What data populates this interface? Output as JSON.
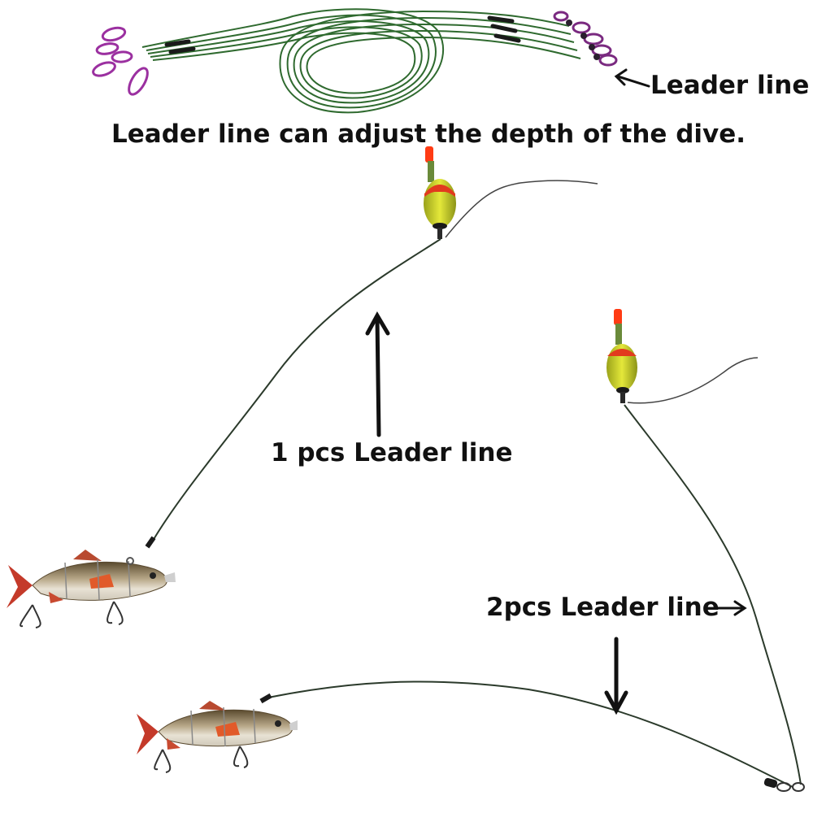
{
  "labels": {
    "leader_line": "Leader line",
    "caption": "Leader line can adjust the depth of the dive.",
    "one_pcs": "1 pcs Leader line",
    "two_pcs": "2pcs Leader line"
  },
  "icons": {
    "coil": "leader-line-coil-icon",
    "float": "fishing-float-icon",
    "lure": "swimbait-lure-icon",
    "arrow": "arrow-icon"
  },
  "colors": {
    "text": "#111111",
    "wire": "#2f5a2f",
    "snap": "#9b30a0",
    "float_body": "#d8dc2a",
    "float_band": "#e23a1e",
    "float_tip": "#ff3b14"
  }
}
